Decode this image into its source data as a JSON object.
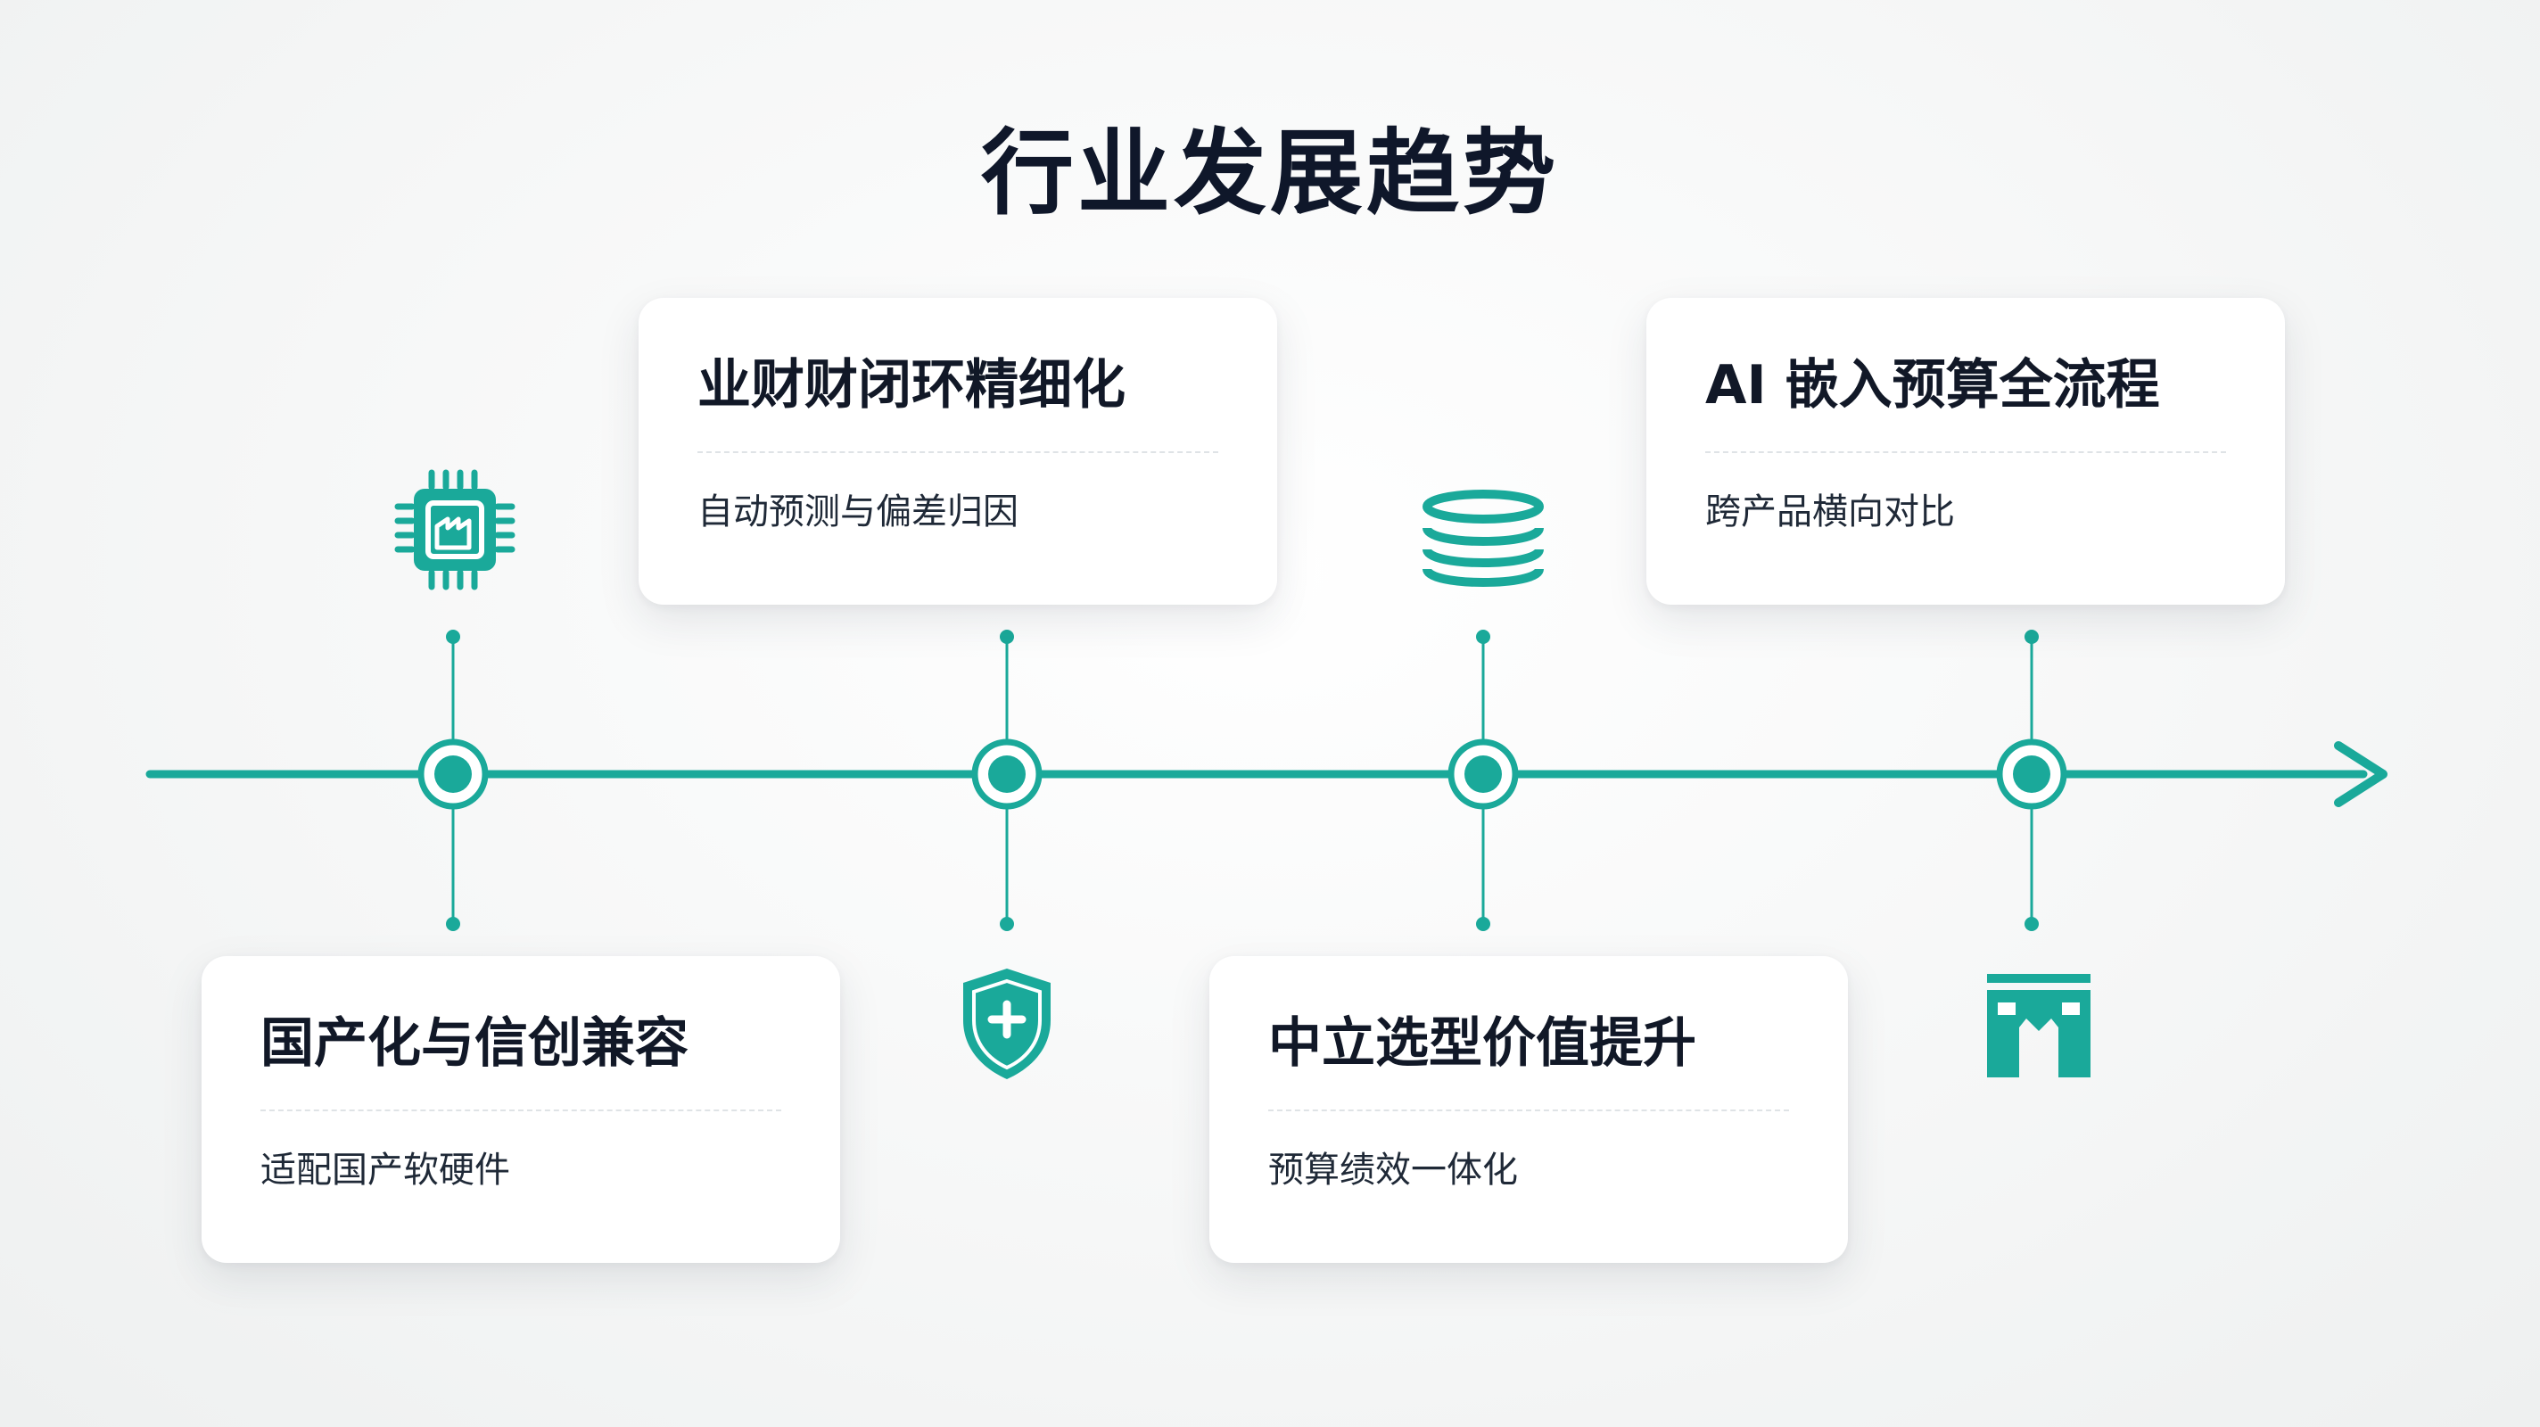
{
  "title": "行业发展趋势",
  "colors": {
    "accent": "#1aa99a",
    "background": "#f4f6f6",
    "card": "#ffffff",
    "title_text": "#0f172a"
  },
  "cards": [
    {
      "title": "业财财闭环精细化",
      "description": "自动预测与偏差归因"
    },
    {
      "title": "AI 嵌入预算全流程",
      "description": "跨产品横向对比"
    },
    {
      "title": "国产化与信创兼容",
      "description": "适配国产软硬件"
    },
    {
      "title": "中立选型价值提升",
      "description": "预算绩效一体化"
    }
  ],
  "icons": [
    "chip-icon",
    "shield-plus-icon",
    "stack-icon",
    "factory-icon"
  ]
}
